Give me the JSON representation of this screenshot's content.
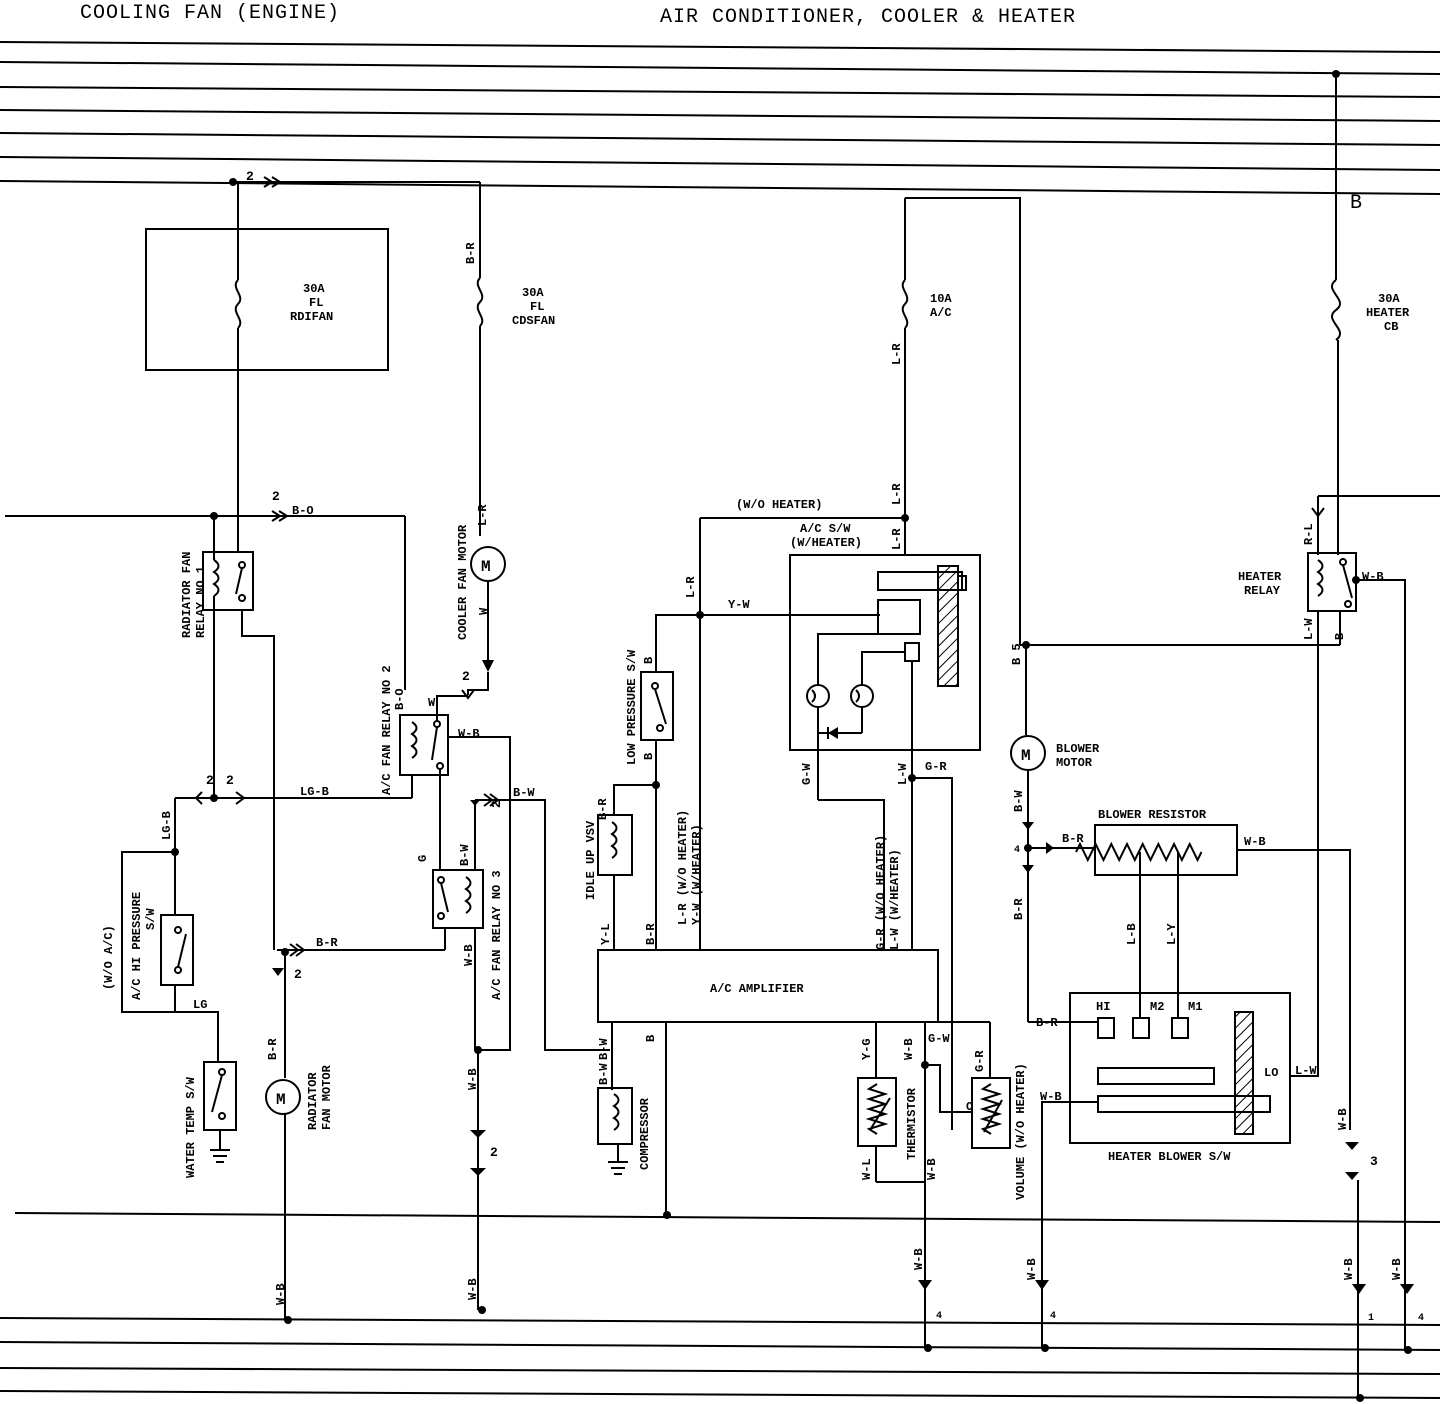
{
  "titles": {
    "left": "COOLING FAN (ENGINE)",
    "right": "AIR CONDITIONER, COOLER & HEATER"
  },
  "section_marker": "B",
  "fuses": {
    "rdifan": [
      "30A",
      "FL",
      "RDIFAN"
    ],
    "cdsfan": [
      "30A",
      "FL",
      "CDSFAN"
    ],
    "ac": [
      "10A",
      "A/C"
    ],
    "heater": [
      "30A",
      "HEATER",
      "CB"
    ]
  },
  "components": {
    "radiator_fan_relay_1": [
      "RADIATOR FAN",
      "RELAY NO 1"
    ],
    "cooler_fan_motor": "COOLER FAN MOTOR",
    "ac_fan_relay_2": "A/C FAN RELAY NO 2",
    "ac_fan_relay_3": "A/C FAN RELAY NO 3",
    "hi_pressure_sw": [
      "(W/O A/C)",
      "A/C HI PRESSURE",
      "S/W"
    ],
    "water_temp_sw": "WATER TEMP S/W",
    "radiator_fan_motor": [
      "RADIATOR",
      "FAN MOTOR"
    ],
    "low_pressure_sw": "LOW PRESSURE S/W",
    "idle_up_vsv": "IDLE UP VSV",
    "ac_amplifier": "A/C AMPLIFIER",
    "compressor": "COMPRESSOR",
    "ac_sw": [
      "A/C S/W",
      "(W/HEATER)"
    ],
    "thermistor": "THERMISTOR",
    "volume": "VOLUME (W/O HEATER)",
    "blower_motor": [
      "BLOWER",
      "MOTOR"
    ],
    "blower_resistor": "BLOWER RESISTOR",
    "heater_blower_sw": "HEATER BLOWER S/W",
    "heater_relay": [
      "HEATER",
      "RELAY"
    ],
    "blower_sw_positions": [
      "HI",
      "M2",
      "M1",
      "LO"
    ],
    "motor_symbol": "M"
  },
  "wires": {
    "b_r": "B-R",
    "b_o": "B-O",
    "l_r": "L-R",
    "w": "W",
    "w_b": "W-B",
    "b_w": "B-W",
    "lg_b": "LG-B",
    "lg": "LG",
    "y_w": "Y-W",
    "b": "B",
    "y_l": "Y-L",
    "g_w": "G-W",
    "l_w": "L-W",
    "g_r": "G-R",
    "y_g": "Y-G",
    "w_l": "W-L",
    "l_b": "L-B",
    "l_y": "L-Y",
    "r_l": "R-L",
    "o": "O",
    "wo_heater": "(W/O HEATER)",
    "lr_yw": [
      "L-R (W/O HEATER)",
      "Y-W (W/HEATER)"
    ],
    "gr_lw": [
      "G-R (W/O HEATER)",
      "L-W (W/HEATER)"
    ],
    "b_5": "B 5"
  },
  "pins": {
    "p1": "1",
    "p2": "2",
    "p3": "3",
    "p4": "4"
  }
}
